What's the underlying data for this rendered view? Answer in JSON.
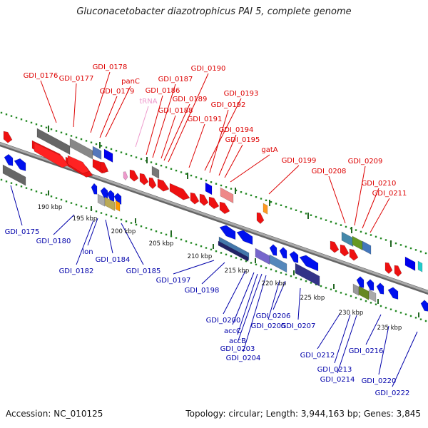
{
  "title": "Gluconacetobacter diazotrophicus PAI 5, complete genome",
  "footer": {
    "accession": "Accession: NC_010125",
    "topology": "Topology: circular; Length: 3,944,163 bp; Genes: 3,845"
  },
  "colors": {
    "label_top": "#dd0000",
    "label_bottom": "#0000aa",
    "label_trna": "#ee99cc",
    "backbone": "#888888",
    "dots": "#228822",
    "tick": "#226622"
  },
  "scale_ticks": [
    "190 kbp",
    "195 kbp",
    "200 kbp",
    "205 kbp",
    "210 kbp",
    "215 kbp",
    "220 kbp",
    "225 kbp",
    "230 kbp",
    "235 kbp"
  ],
  "top_labels": [
    "GDI_0176",
    "GDI_0177",
    "GDI_0178",
    "panC",
    "GDI_0179",
    "GDI_0187",
    "GDI_0186",
    "tRNA",
    "GDI_0190",
    "GDI_0189",
    "GDI_0188",
    "GDI_0193",
    "GDI_0192",
    "GDI_0191",
    "GDI_0194",
    "GDI_0195",
    "gatA",
    "GDI_0199",
    "GDI_0209",
    "GDI_0208",
    "GDI_0210",
    "GDI_0211"
  ],
  "bottom_labels": [
    "GDI_0175",
    "GDI_0180",
    "lon",
    "GDI_0182",
    "GDI_0184",
    "GDI_0185",
    "GDI_0197",
    "GDI_0198",
    "GDI_0200",
    "accC",
    "accB",
    "GDI_0203",
    "GDI_0204",
    "GDI_0205",
    "GDI_0206",
    "GDI_0207",
    "GDI_0212",
    "GDI_0213",
    "GDI_0214",
    "GDI_0216",
    "GDI_0220",
    "GDI_0222"
  ]
}
